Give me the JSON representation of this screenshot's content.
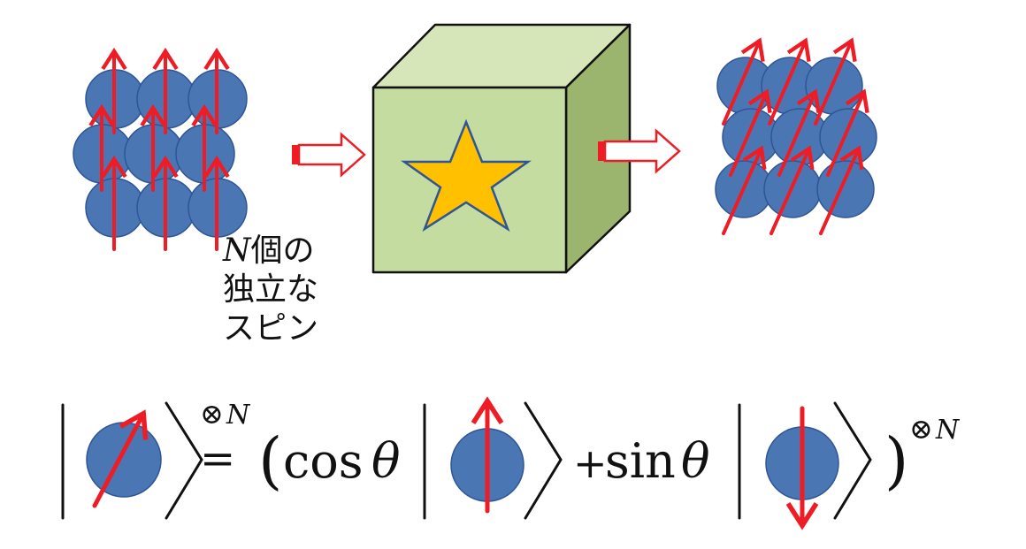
{
  "colors": {
    "spin_fill": "#4a77b3",
    "spin_stroke": "#2f5597",
    "arrow": "#ee1c25",
    "box_front": "#c5dca0",
    "box_top": "#d6e6b8",
    "box_side": "#9bb46e",
    "star_fill": "#ffc000",
    "star_stroke": "#2f5597"
  },
  "icons": {
    "input_arrow": "hollow-right-arrow-icon",
    "output_arrow": "hollow-right-arrow-icon",
    "black_box": "cube-icon",
    "operation": "star-icon"
  },
  "label": {
    "var": "N",
    "line1_rest": "個の",
    "line2": "独立な",
    "line3": "スピン"
  },
  "equation": {
    "tensor_symbol": "⊗",
    "exponent_var": "N",
    "equals": "=",
    "open_paren": "(",
    "cos_word": "cos",
    "theta1": "θ",
    "plus": "+",
    "sin_word": "sin",
    "theta2": "θ",
    "close_paren": ")"
  }
}
